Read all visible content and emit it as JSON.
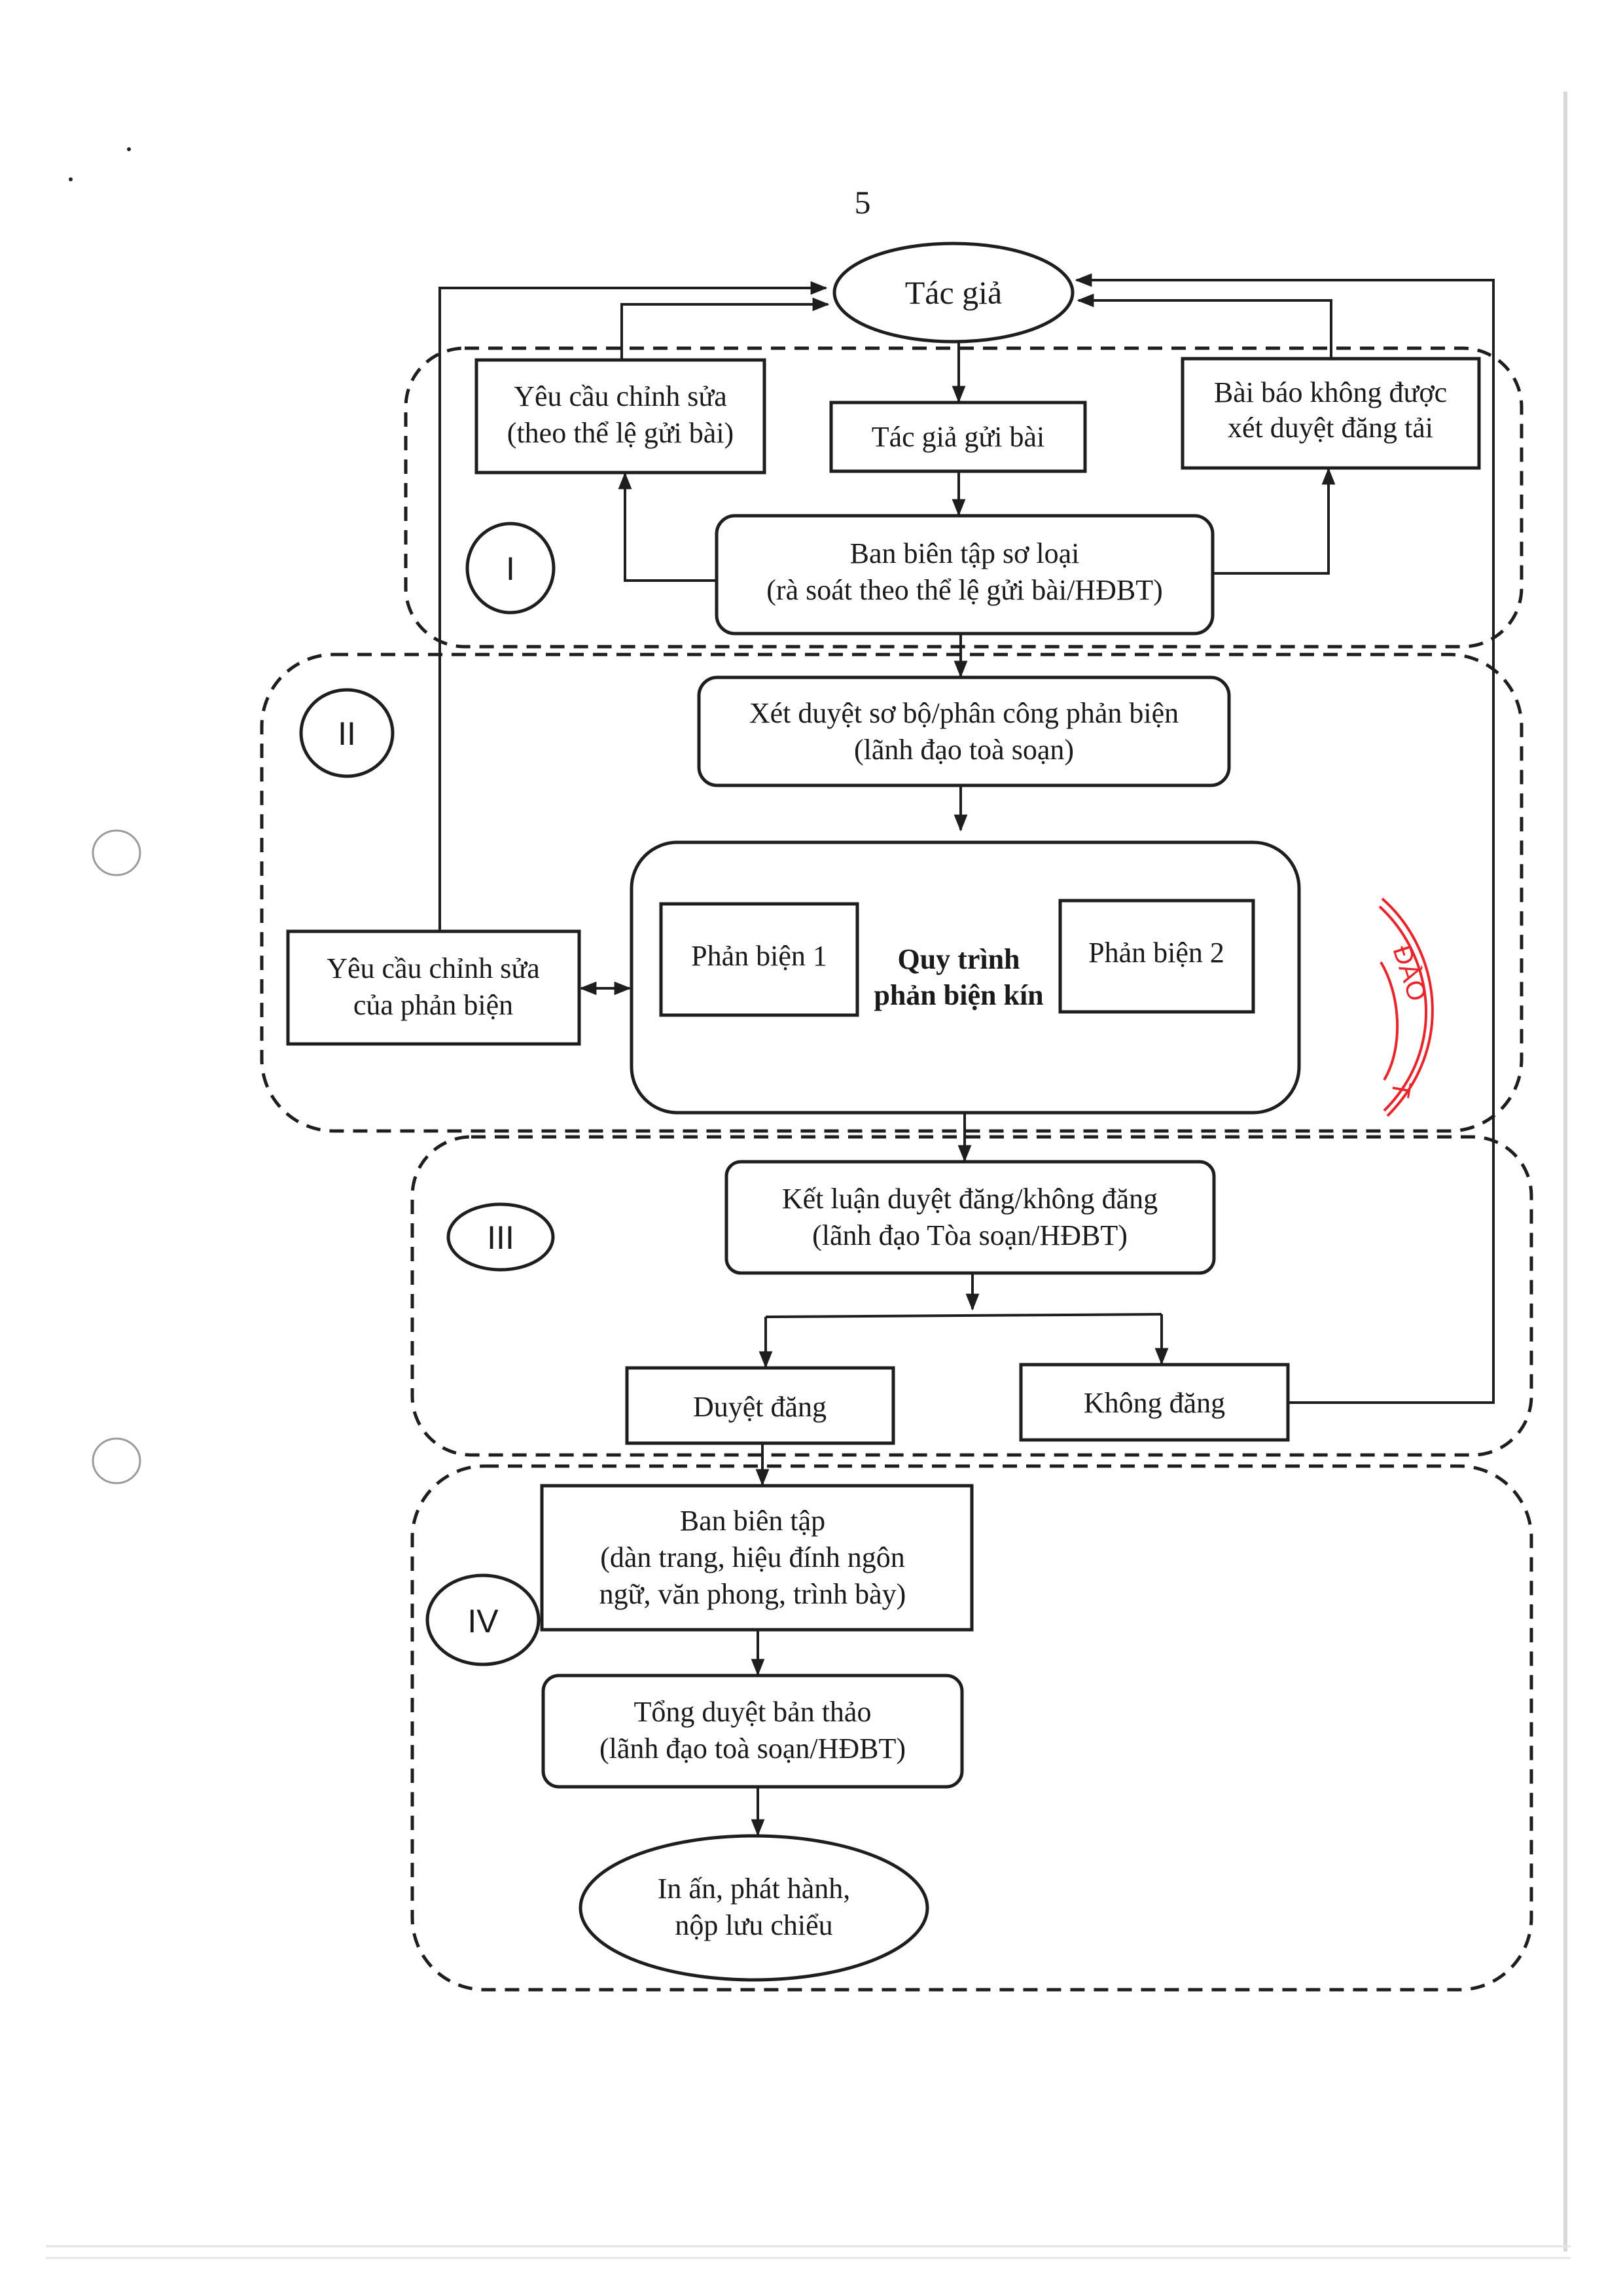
{
  "page": {
    "page_number": "5",
    "stamp_color": "#e8252b",
    "stamp_text": [
      "ĐÀO",
      "T"
    ]
  },
  "diagram": {
    "start_node": "Tác giả",
    "end_node": [
      "In ấn, phát hành,",
      "nộp lưu chiểu"
    ],
    "stages": [
      {
        "id": "I",
        "label": "I",
        "nodes": {
          "revision_request": [
            "Yêu cầu chỉnh sửa",
            "(theo thể lệ gửi bài)"
          ],
          "author_submits": [
            "Tác giả gửi bài"
          ],
          "rejected": [
            "Bài báo không được",
            "xét duyệt đăng tải"
          ],
          "initial_screening": [
            "Ban biên tập sơ loại",
            "(rà soát theo thể lệ gửi bài/HĐBT)"
          ]
        }
      },
      {
        "id": "II",
        "label": "II",
        "nodes": {
          "preliminary_review": [
            "Xét duyệt sơ bộ/phân công phản biện",
            "(lãnh đạo toà soạn)"
          ],
          "reviewer_1": [
            "Phản biện 1"
          ],
          "reviewer_2": [
            "Phản biện 2"
          ],
          "blind_review": [
            "Quy trình",
            "phản biện kín"
          ],
          "reviewer_revision": [
            "Yêu cầu chỉnh sửa",
            "của phản biện"
          ]
        }
      },
      {
        "id": "III",
        "label": "III",
        "nodes": {
          "conclusion": [
            "Kết luận duyệt đăng/không đăng",
            "(lãnh đạo Tòa soạn/HĐBT)"
          ],
          "approved": [
            "Duyệt đăng"
          ],
          "not_published": [
            "Không đăng"
          ]
        }
      },
      {
        "id": "IV",
        "label": "IV",
        "nodes": {
          "editorial_board": [
            "Ban biên tập",
            "(dàn trang, hiệu đính ngôn",
            "ngữ, văn phong, trình bày)"
          ],
          "final_review": [
            "Tổng duyệt bản thảo",
            "(lãnh đạo toà soạn/HĐBT)"
          ]
        }
      }
    ],
    "edges": [
      [
        "Tác giả",
        "Tác giả gửi bài"
      ],
      [
        "Tác giả gửi bài",
        "Ban biên tập sơ loại"
      ],
      [
        "Ban biên tập sơ loại",
        "Yêu cầu chỉnh sửa (theo thể lệ gửi bài)"
      ],
      [
        "Ban biên tập sơ loại",
        "Bài báo không được xét duyệt đăng tải"
      ],
      [
        "Yêu cầu chỉnh sửa (theo thể lệ gửi bài)",
        "Tác giả"
      ],
      [
        "Bài báo không được xét duyệt đăng tải",
        "Tác giả"
      ],
      [
        "Ban biên tập sơ loại",
        "Xét duyệt sơ bộ/phân công phản biện"
      ],
      [
        "Xét duyệt sơ bộ/phân công phản biện",
        "Quy trình phản biện kín"
      ],
      [
        "Quy trình phản biện kín",
        "Yêu cầu chỉnh sửa của phản biện"
      ],
      [
        "Yêu cầu chỉnh sửa của phản biện",
        "Quy trình phản biện kín"
      ],
      [
        "Yêu cầu chỉnh sửa của phản biện",
        "Tác giả"
      ],
      [
        "Quy trình phản biện kín",
        "Kết luận duyệt đăng/không đăng"
      ],
      [
        "Kết luận duyệt đăng/không đăng",
        "Duyệt đăng"
      ],
      [
        "Kết luận duyệt đăng/không đăng",
        "Không đăng"
      ],
      [
        "Không đăng",
        "Tác giả"
      ],
      [
        "Duyệt đăng",
        "Ban biên tập"
      ],
      [
        "Ban biên tập",
        "Tổng duyệt bản thảo"
      ],
      [
        "Tổng duyệt bản thảo",
        "In ấn, phát hành, nộp lưu chiểu"
      ]
    ]
  }
}
